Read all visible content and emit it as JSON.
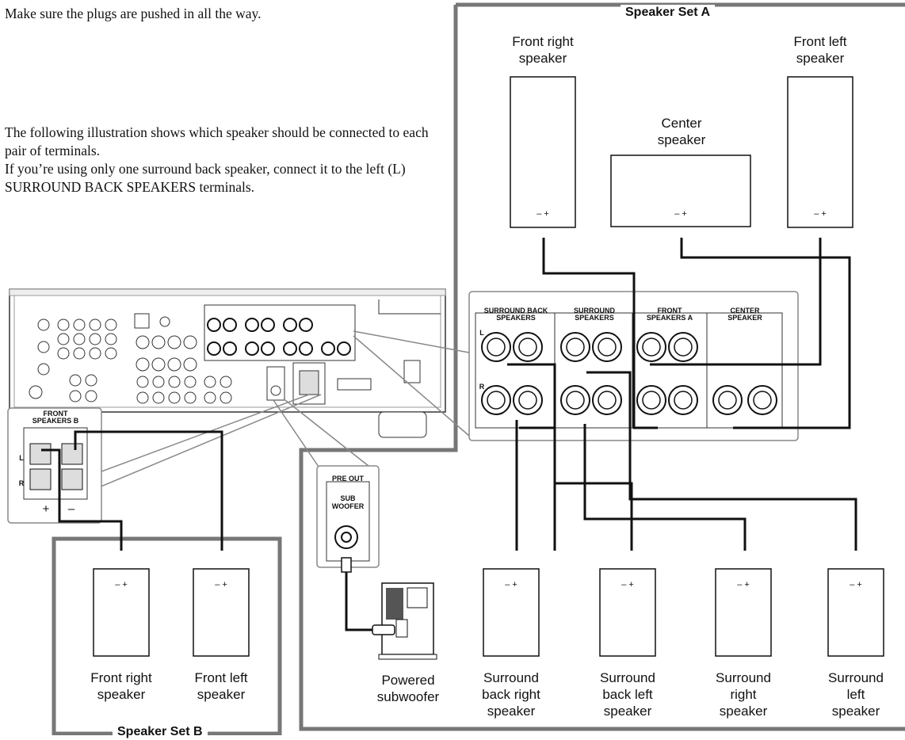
{
  "intro": {
    "note": "Make sure the plugs are pushed in all the way.",
    "para1": "The following illustration shows which speaker should be connected to each pair of terminals.",
    "para2": "If you’re using only one surround back speaker, connect it to the left (L) SURROUND BACK SPEAKERS terminals."
  },
  "sets": {
    "a_title": "Speaker Set A",
    "b_title": "Speaker Set B"
  },
  "speakers": {
    "set_a": {
      "front_right": [
        "Front right",
        "speaker"
      ],
      "center": [
        "Center",
        "speaker"
      ],
      "front_left": [
        "Front left",
        "speaker"
      ]
    },
    "set_b": {
      "front_right": [
        "Front right",
        "speaker"
      ],
      "front_left": [
        "Front left",
        "speaker"
      ]
    },
    "subwoofer": [
      "Powered",
      "subwoofer"
    ],
    "surround_back_right": [
      "Surround",
      "back right",
      "speaker"
    ],
    "surround_back_left": [
      "Surround",
      "back left",
      "speaker"
    ],
    "surround_right": [
      "Surround",
      "right",
      "speaker"
    ],
    "surround_left": [
      "Surround",
      "left",
      "speaker"
    ]
  },
  "terminal_panel": {
    "surround_back": [
      "SURROUND BACK",
      "SPEAKERS"
    ],
    "surround": [
      "SURROUND",
      "SPEAKERS"
    ],
    "front_a": [
      "FRONT",
      "SPEAKERS A"
    ],
    "center": [
      "CENTER",
      "SPEAKER"
    ],
    "left": "L",
    "right": "R",
    "plus": "+",
    "minus": "–"
  },
  "front_b_panel": {
    "title": [
      "FRONT",
      "SPEAKERS B"
    ],
    "left": "L",
    "right": "R",
    "plus": "+",
    "minus": "–"
  },
  "pre_out": {
    "title": "PRE OUT",
    "sub": [
      "SUB",
      "WOOFER"
    ]
  },
  "polarity": "– +"
}
